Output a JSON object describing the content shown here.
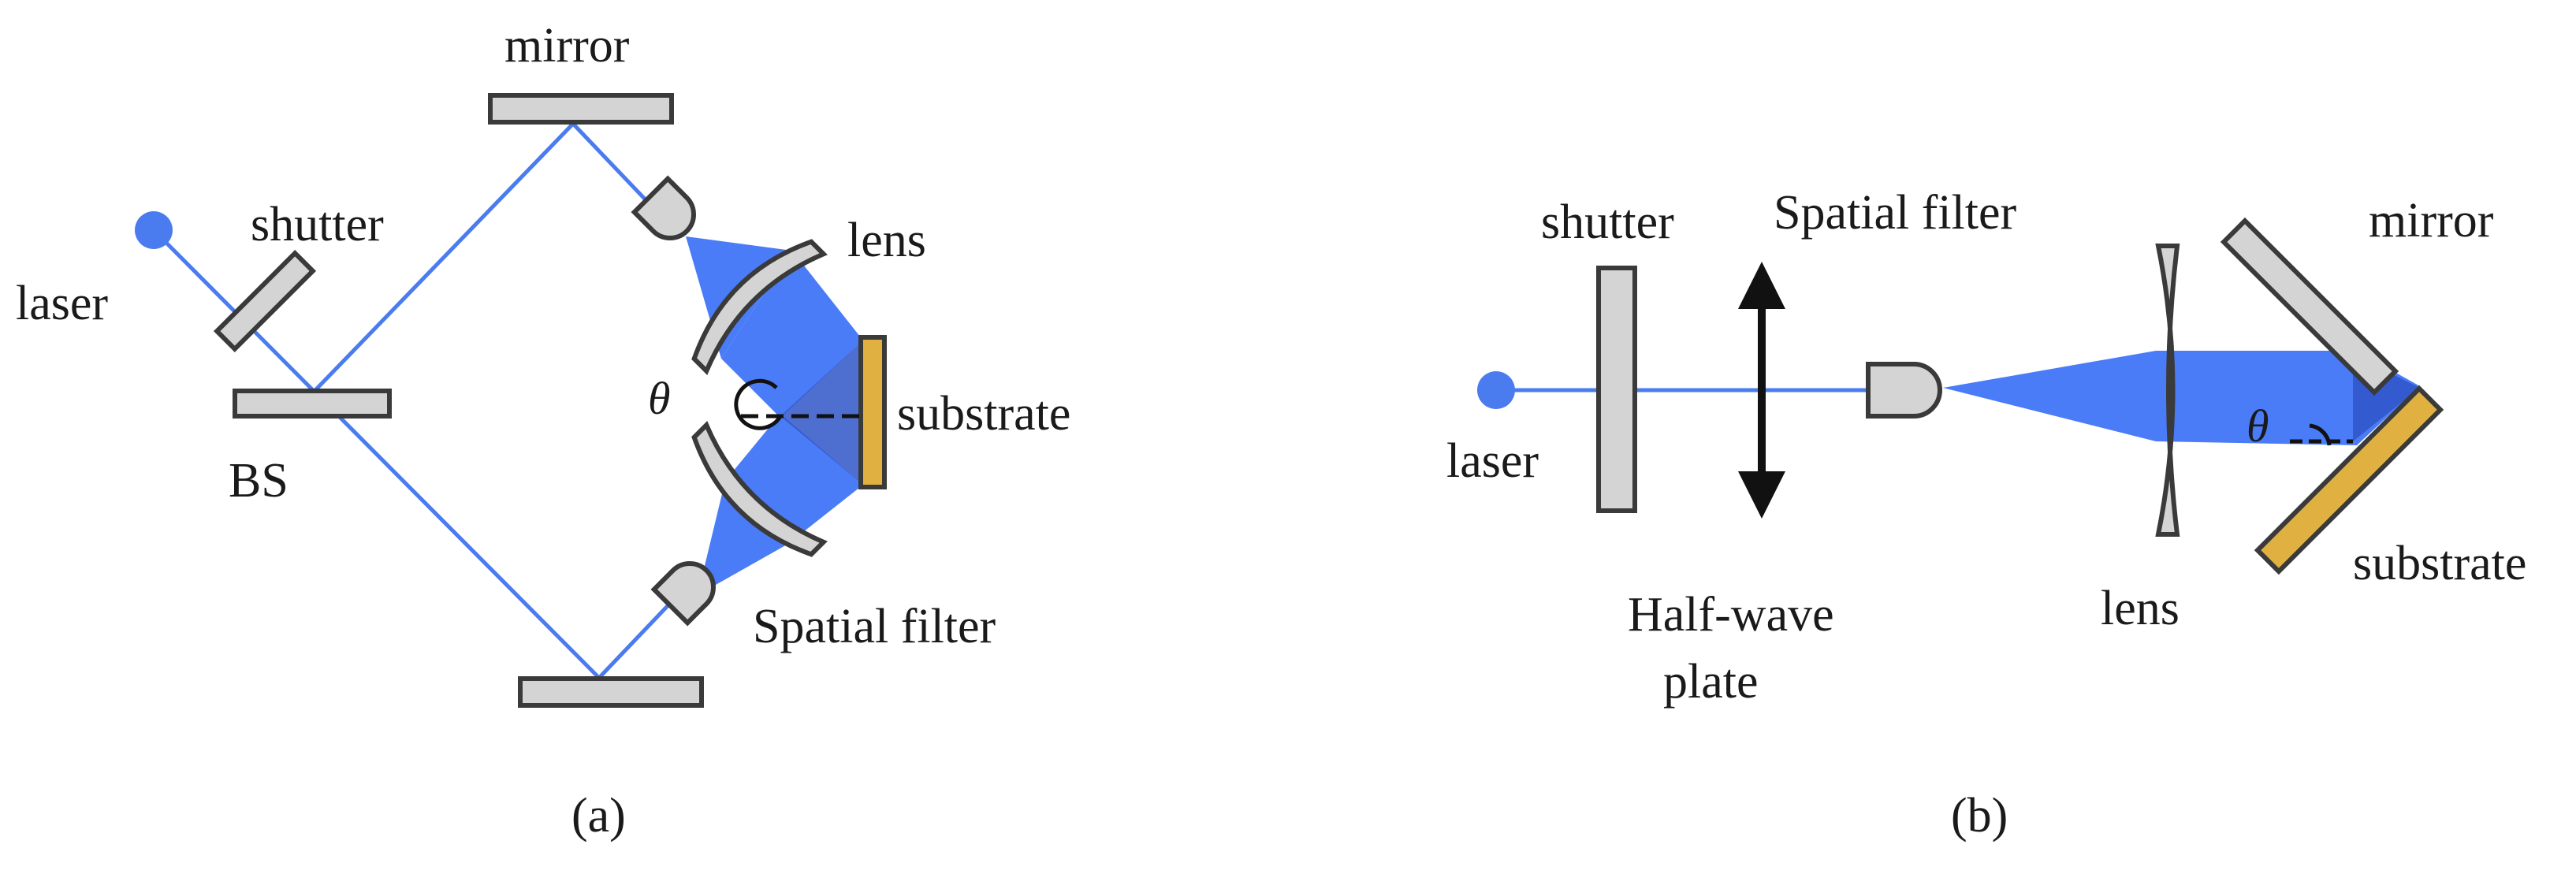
{
  "panel_a": {
    "caption": "(a)",
    "labels": {
      "mirror": "mirror",
      "laser": "laser",
      "shutter": "shutter",
      "bs": "BS",
      "lens": "lens",
      "theta": "θ",
      "substrate": "substrate",
      "spatial_filter": "Spatial filter"
    }
  },
  "panel_b": {
    "caption": "(b)",
    "labels": {
      "shutter": "shutter",
      "spatial_filter": "Spatial filter",
      "mirror": "mirror",
      "laser": "laser",
      "theta": "θ",
      "half_wave_line1": "Half-wave",
      "half_wave_line2": "plate",
      "lens": "lens",
      "substrate": "substrate"
    }
  },
  "colors": {
    "beam": "#4a7cf7",
    "laser_dot": "#4a7cf0",
    "component_fill": "#d4d4d4",
    "substrate_fill": "#e0b040"
  }
}
